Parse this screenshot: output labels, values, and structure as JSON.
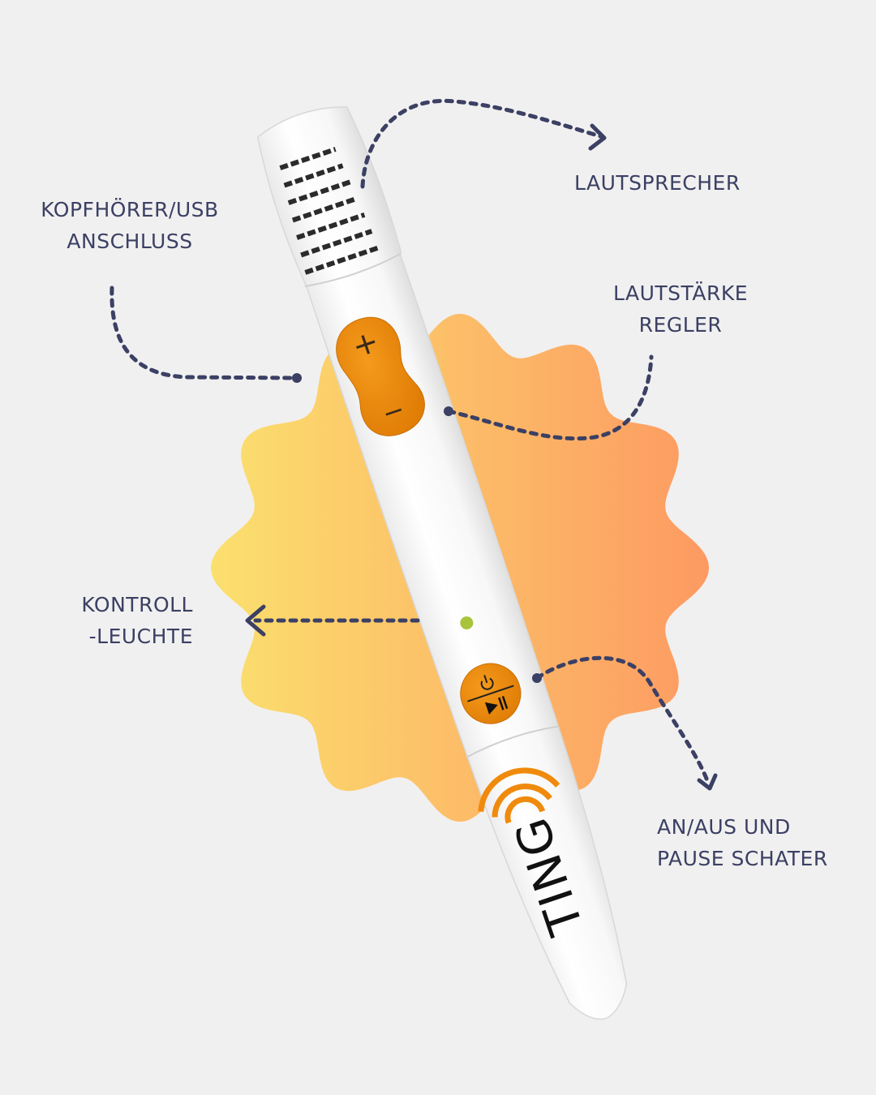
{
  "labels": {
    "speaker": [
      "LAUTSPRECHER"
    ],
    "headphone": [
      "KOPFHÖRER/USB",
      "ANSCHLUSS"
    ],
    "volume": [
      "LAUTSTÄRKE",
      "REGLER"
    ],
    "led": [
      "KONTROLL",
      "-LEUCHTE"
    ],
    "power": [
      "AN/AUS UND",
      "PAUSE SCHATER"
    ]
  },
  "pen": {
    "brand": "TING",
    "plus_symbol": "+",
    "minus_symbol": "−"
  },
  "colors": {
    "text": "#3b4064",
    "button": "#f08a0c",
    "led": "#a8c43a",
    "blob_left": "#fbe06e",
    "blob_right": "#fd9a62"
  }
}
